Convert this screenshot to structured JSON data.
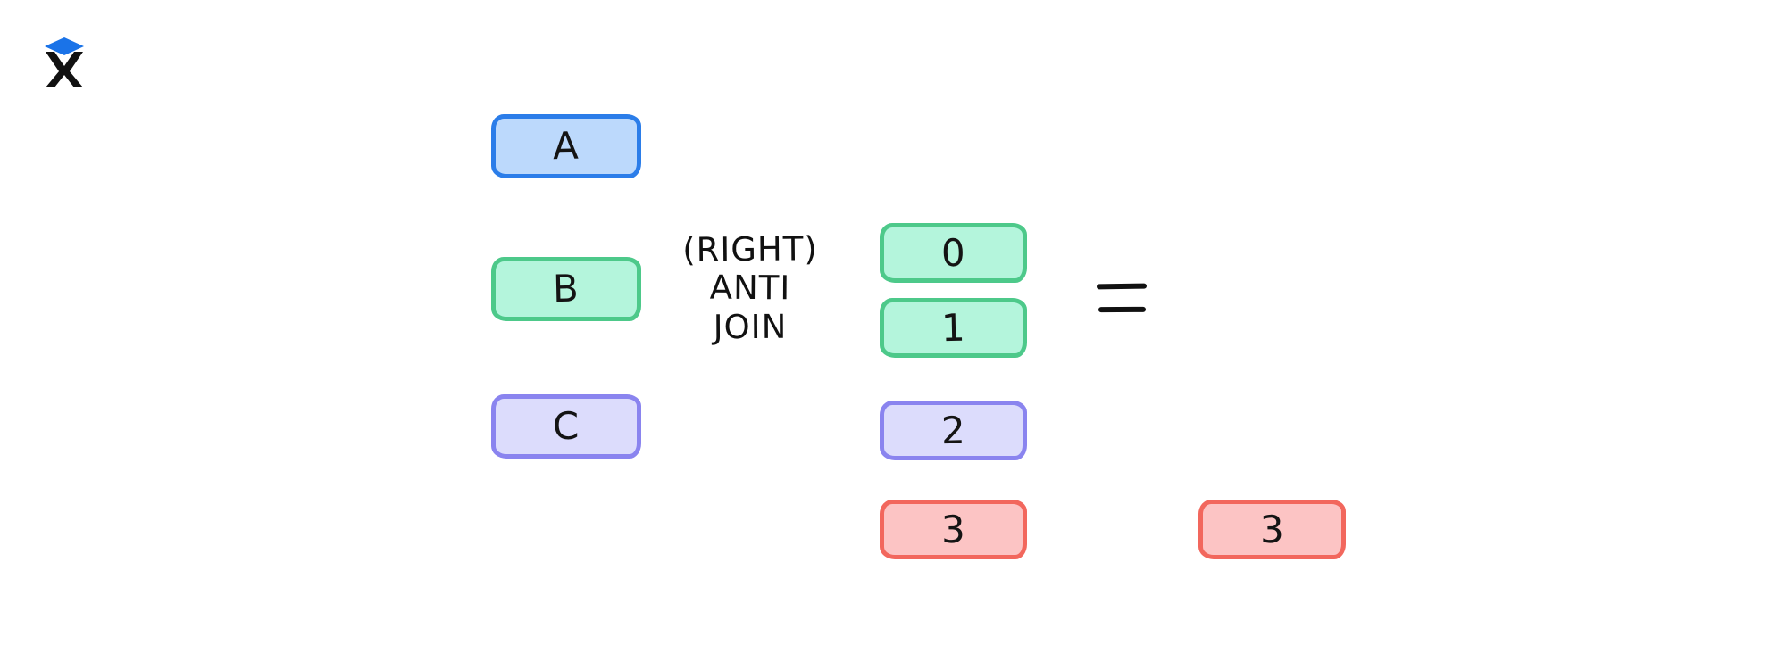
{
  "logo": {
    "name": "brand-logo-x-diamond",
    "diamond_color": "#1a73e8",
    "letter_color": "#111111",
    "letter": "X"
  },
  "diagram": {
    "title_text": "(RIGHT) ANTI JOIN",
    "background": "#ffffff",
    "operator_label": {
      "lines": [
        "(RIGHT)",
        "ANTI",
        "JOIN"
      ]
    },
    "equals_symbol": "=",
    "palette": {
      "blue_fill": "#bcd9fc",
      "blue_border": "#2b7de9",
      "green_fill": "#b4f5dc",
      "green_border": "#4dc98a",
      "purple_fill": "#dcdcfc",
      "purple_border": "#8a84ef",
      "red_fill": "#fcc4c4",
      "red_border": "#f2675d"
    },
    "left_column": {
      "name": "left-operand-column",
      "boxes": [
        {
          "label": "A",
          "color": "blue"
        },
        {
          "label": "B",
          "color": "green"
        },
        {
          "label": "C",
          "color": "purple"
        }
      ]
    },
    "right_column": {
      "name": "right-operand-column",
      "boxes": [
        {
          "label": "0",
          "color": "green"
        },
        {
          "label": "1",
          "color": "green"
        },
        {
          "label": "2",
          "color": "purple"
        },
        {
          "label": "3",
          "color": "red"
        }
      ]
    },
    "result_column": {
      "name": "result-column",
      "boxes": [
        {
          "label": "3",
          "color": "red"
        }
      ]
    }
  }
}
